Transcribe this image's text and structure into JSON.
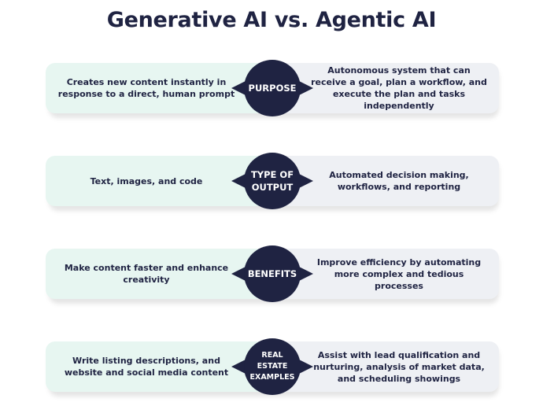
{
  "title": "Generative AI vs. Agentic AI",
  "colors": {
    "navy": "#1f2342",
    "left_bg": "#e7f6f1",
    "right_bg": "#eef0f4",
    "text": "#1f2342"
  },
  "rows": [
    {
      "label": "PURPOSE",
      "left": "Creates new content  instantly in response to a direct, human prompt",
      "right": "Autonomous system that can receive a goal, plan a workflow, and execute the plan and tasks independently"
    },
    {
      "label": "TYPE OF\nOUTPUT",
      "left": "Text, images, and code",
      "right": "Automated decision making, workflows, and reporting"
    },
    {
      "label": "BENEFITS",
      "left": "Make content faster and enhance creativity",
      "right": "Improve efficiency by automating more complex and tedious processes"
    },
    {
      "label": "REAL\nESTATE\nEXAMPLES",
      "left": "Write listing descriptions, and website and social media content",
      "right": "Assist with lead qualification and nurturing, analysis of market data, and scheduling showings"
    }
  ]
}
